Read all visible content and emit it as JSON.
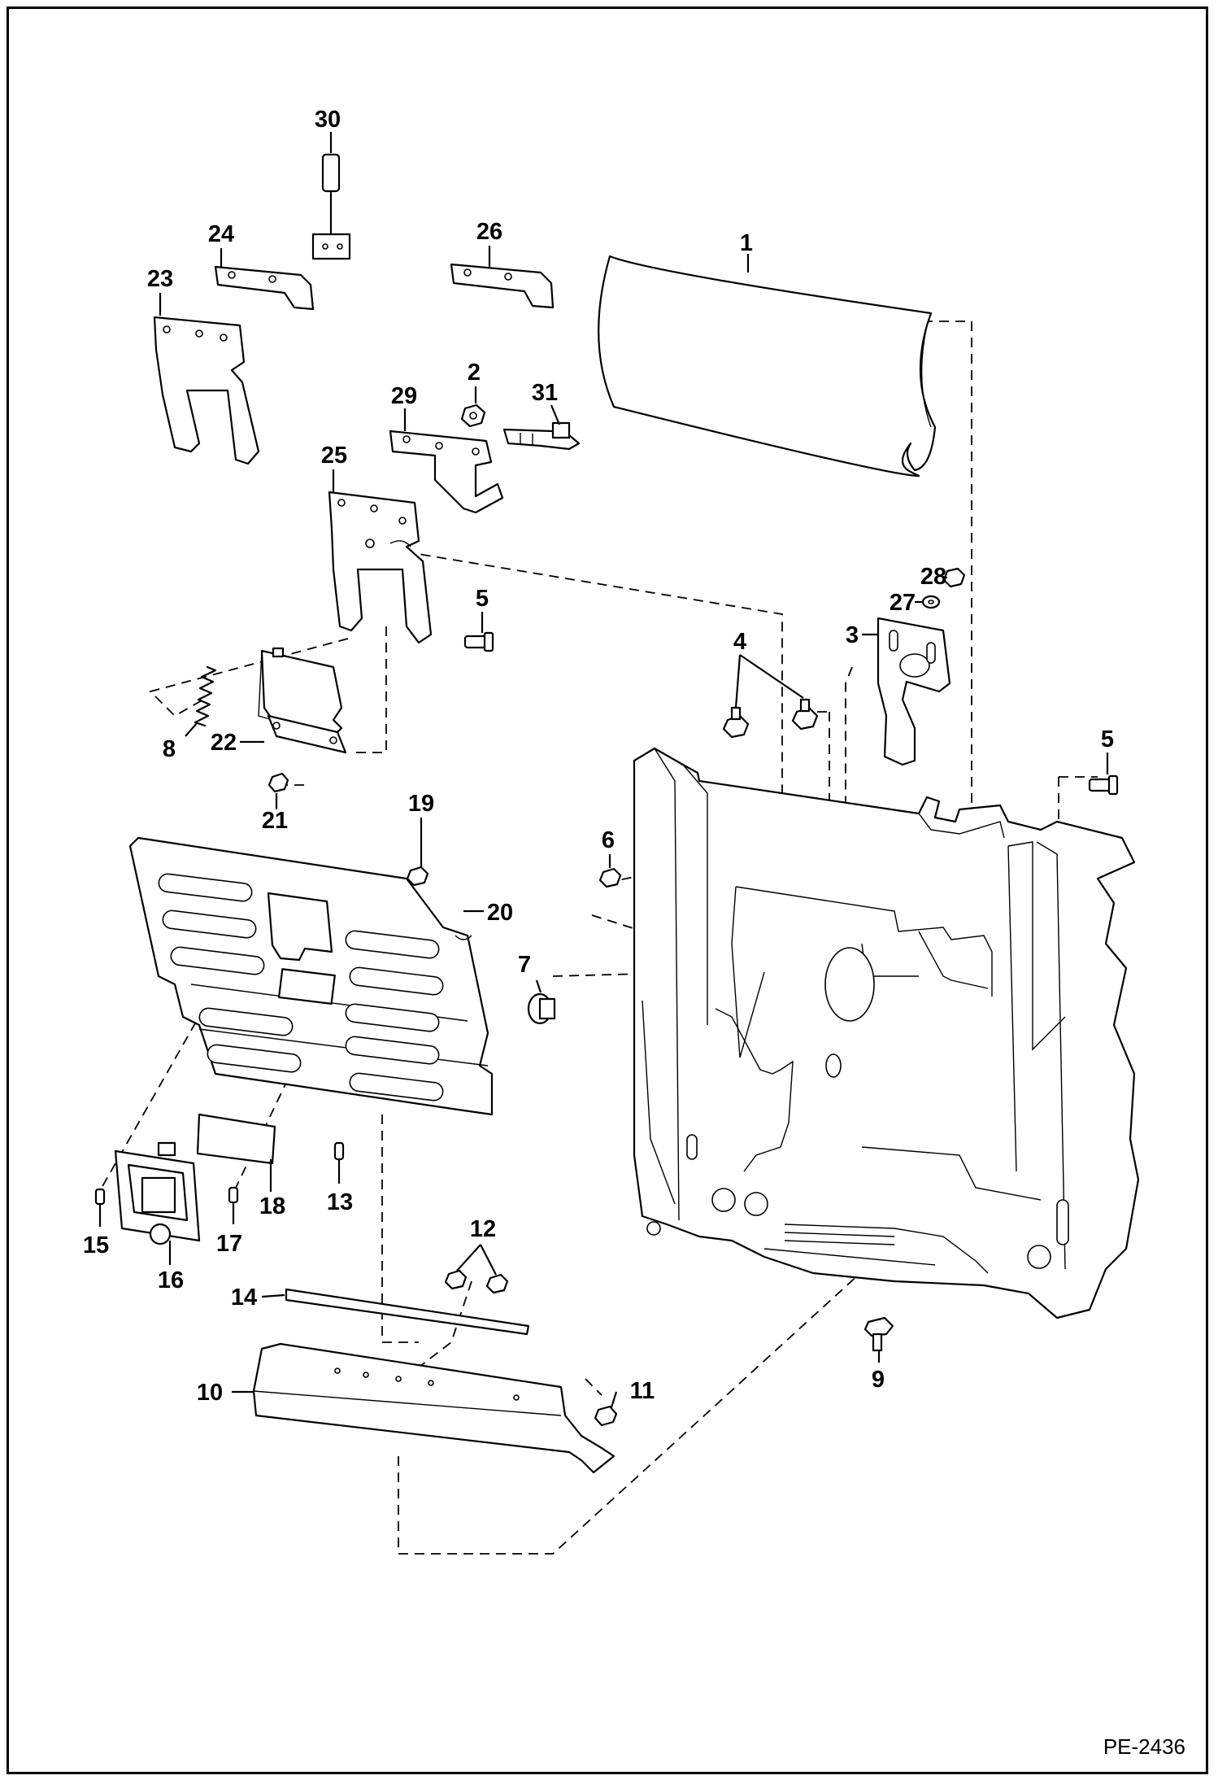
{
  "drawing_code": "PE-2436",
  "callouts": [
    "1",
    "2",
    "3",
    "4",
    "5",
    "5",
    "6",
    "7",
    "8",
    "9",
    "10",
    "11",
    "12",
    "13",
    "14",
    "15",
    "16",
    "17",
    "18",
    "19",
    "20",
    "21",
    "22",
    "23",
    "24",
    "25",
    "26",
    "27",
    "28",
    "29",
    "30",
    "31"
  ]
}
